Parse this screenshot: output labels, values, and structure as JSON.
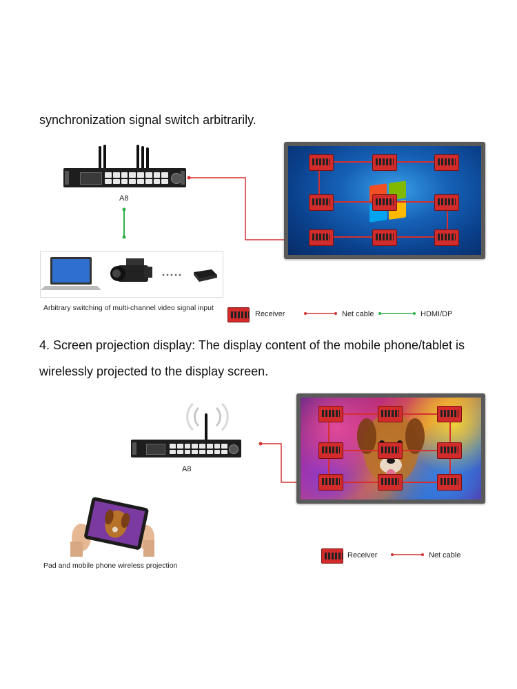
{
  "section3": {
    "heading": "synchronization signal switch arbitrarily.",
    "device_label": "A8",
    "source_caption": "Arbitrary switching of multi-channel video signal input",
    "legend": {
      "receiver": "Receiver",
      "net_cable": "Net cable",
      "hdmi_dp": "HDMI/DP"
    }
  },
  "section4": {
    "heading_line1": "4. Screen projection display: The display content of the mobile phone/tablet is",
    "heading_line2": "wirelessly projected to the display screen.",
    "device_label": "A8",
    "tablet_caption": "Pad and mobile phone wireless projection",
    "legend": {
      "receiver": "Receiver",
      "net_cable": "Net cable"
    }
  },
  "colors": {
    "net_cable": "#d43030",
    "hdmi_dp": "#2fb04a",
    "receiver": "#d22b2b",
    "desktop_blue": "#1662b8"
  },
  "icons": [
    "laptop-icon",
    "camcorder-icon",
    "set-top-box-icon",
    "wireless-signal-icon",
    "tablet-icon",
    "windows-logo-icon"
  ]
}
